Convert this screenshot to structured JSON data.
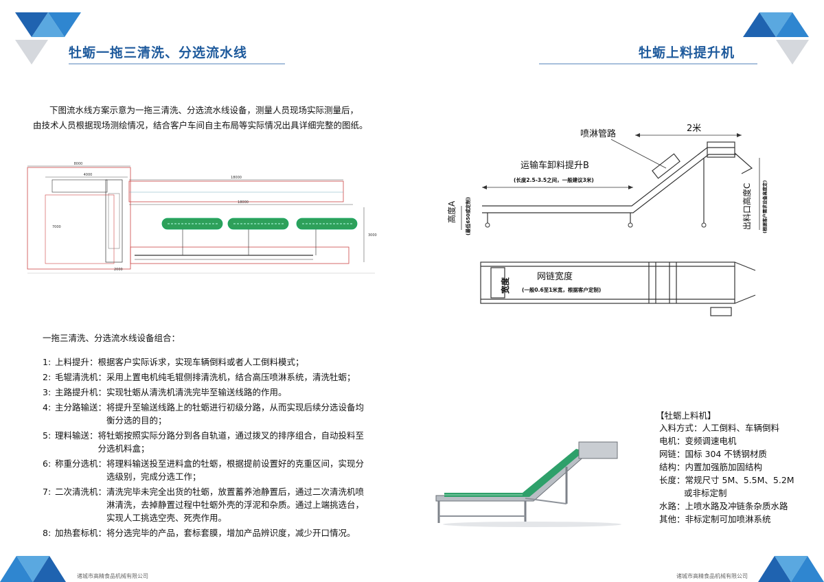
{
  "left": {
    "title": "牡蛎一拖三清洗、分选流水线",
    "intro_line1": "下图流水线方案示意为一拖三清洗、分选流水线设备，测量人员现场实际测量后，",
    "intro_line2": "由技术人员根据现场测绘情况，结合客户车间自主布局等实际情况出具详细完整的图纸。",
    "list_heading": "一拖三清洗、分选流水线设备组合：",
    "items": [
      {
        "num": "1:",
        "key": "上料提升：",
        "lines": [
          "根据客户实际诉求，实现车辆倒料或者人工倒料模式；"
        ]
      },
      {
        "num": "2:",
        "key": "毛辊清洗机：",
        "lines": [
          "采用上置电机纯毛辊侧排清洗机，结合高压喷淋系统，清洗牡蛎；"
        ]
      },
      {
        "num": "3:",
        "key": "主路提升机：",
        "lines": [
          "实现牡蛎从清洗机清洗完毕至输送线路的作用。"
        ]
      },
      {
        "num": "4:",
        "key": "主分路输送：",
        "lines": [
          "将提升至输送线路上的牡蛎进行初级分路，从而实现后续分选设备均",
          "衡分选的目的；"
        ]
      },
      {
        "num": "5:",
        "key": "理料输送：",
        "lines": [
          "将牡蛎按照实际分路分到各自轨道，通过拨叉的排序组合，自动投料至",
          "分选机料盒；"
        ]
      },
      {
        "num": "6:",
        "key": "称重分选机：",
        "lines": [
          "将理料输送投至进料盒的牡蛎，根据提前设置好的克重区间，实现分",
          "选级别，完成分选工作；"
        ]
      },
      {
        "num": "7:",
        "key": "二次清洗机：",
        "lines": [
          "清洗完毕未完全出货的牡蛎，放置蓄养池静置后，通过二次清洗机喷",
          "淋清洗，去掉静置过程中牡蛎外壳的浮泥和杂质。通过上端挑选台，",
          "实现人工挑选空壳、死壳作用。"
        ]
      },
      {
        "num": "8:",
        "key": "加热套标机：",
        "lines": [
          "将分选完毕的产品，套标套膜，增加产品辨识度，减少开口情况。"
        ]
      }
    ],
    "footer": "诸城市高精食品机械有限公司",
    "drawing_dims": [
      "8000",
      "4000",
      "18000",
      "18000",
      "7000",
      "3000",
      "2000"
    ]
  },
  "right": {
    "title": "牡蛎上料提升机",
    "diagram": {
      "spray_pipe": "喷淋管路",
      "two_m": "2米",
      "lift_label": "运输车卸料提升B",
      "lift_sub": "(长度2.5-3.5之间，一般建议3米)",
      "height_a": "高度A",
      "height_a_sub": "(最低650或定制)",
      "outlet_c": "出料口高度C",
      "outlet_c_sub": "(根据客户需求设备高度定)",
      "chain_width": "网链宽度",
      "chain_width_sub": "(一般0.6至1米宽，根据客户定制)",
      "width": "宽度"
    },
    "specs_heading": "【牡蛎上料机】",
    "specs": [
      {
        "k": "入料方式：",
        "v": "人工倒料、车辆倒料"
      },
      {
        "k": "电机：",
        "v": "变频调速电机"
      },
      {
        "k": "网链：",
        "v": "国标 304 不锈钢材质"
      },
      {
        "k": "结构：",
        "v": "内置加强筋加固结构"
      },
      {
        "k": "长度：",
        "v": "常规尺寸 5M、5.5M、5.2M"
      },
      {
        "k": "",
        "v": "或非标定制"
      },
      {
        "k": "水路：",
        "v": "上喷水路及冲链条杂质水路"
      },
      {
        "k": "其他：",
        "v": "非标定制可加喷淋系统"
      }
    ],
    "footer": "诸城市高精食品机械有限公司"
  },
  "colors": {
    "title": "#1e5a9c",
    "tri_dark": "#1f63b0",
    "tri_light": "#5aa8e0",
    "tri_grey": "#cfd3d8"
  }
}
